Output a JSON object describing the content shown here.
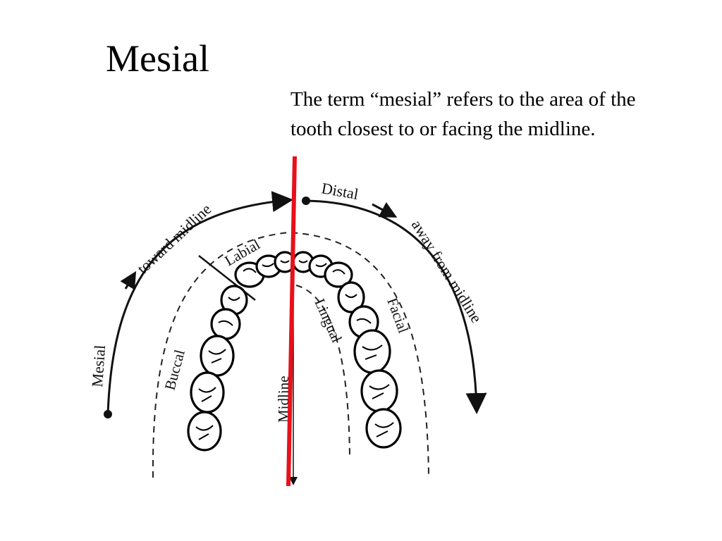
{
  "title": "Mesial",
  "definition_line1": "The term “mesial” refers to the area of the",
  "definition_line2": "tooth closest to or facing the midline.",
  "diagram": {
    "labels": {
      "mesial": "Mesial",
      "toward_midline": "toward midline",
      "distal": "Distal",
      "away_from_midline": "away from midline",
      "labial": "Labial",
      "buccal": "Buccal",
      "lingual": "Lingual",
      "facial": "Facial",
      "midline": "Midline"
    },
    "midline_color": "#e8101a"
  }
}
